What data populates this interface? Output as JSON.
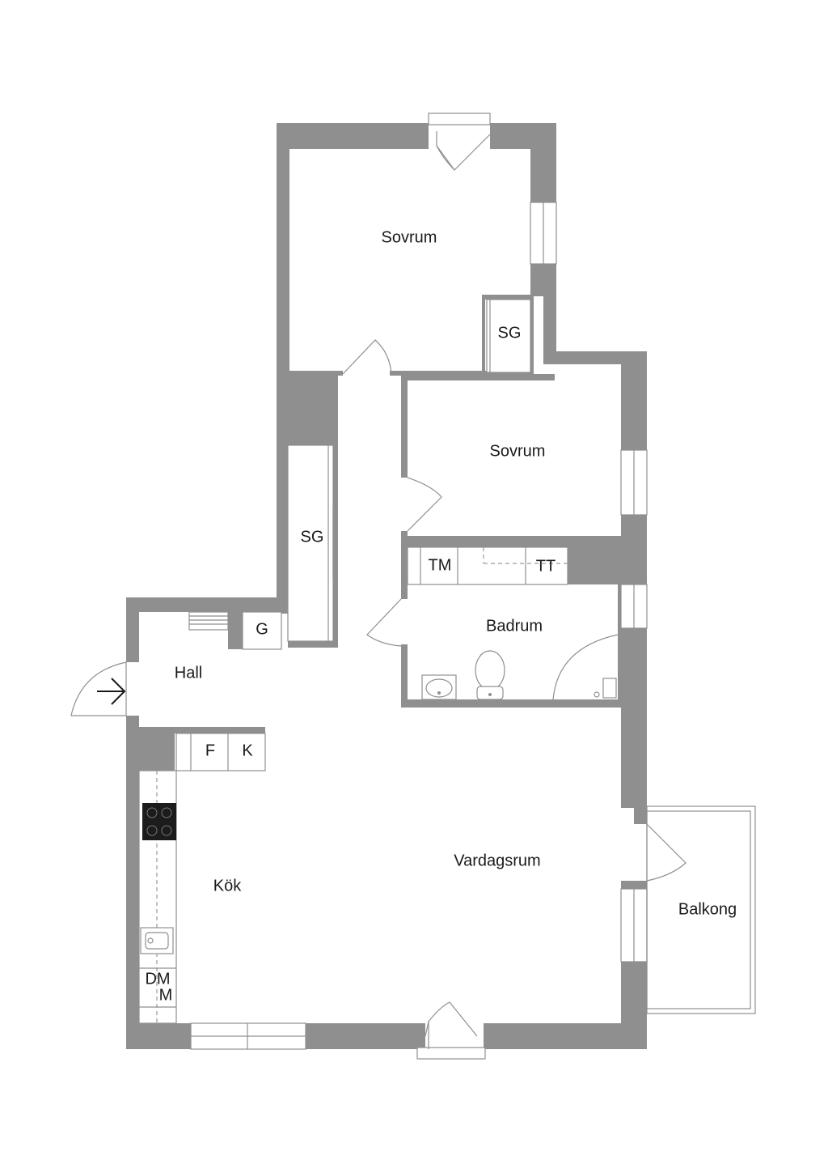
{
  "rooms": {
    "sovrum_top": "Sovrum",
    "sg_top": "SG",
    "sovrum_mid": "Sovrum",
    "sg_hall": "SG",
    "tm": "TM",
    "tt": "TT",
    "badrum": "Badrum",
    "g": "G",
    "hall": "Hall",
    "f": "F",
    "k": "K",
    "kok": "Kök",
    "vardagsrum": "Vardagsrum",
    "balkong": "Balkong",
    "dm": "DM",
    "m": "M"
  },
  "colors": {
    "wall": "#8f8f8f",
    "background": "#ffffff",
    "text": "#1a1a1a",
    "stove": "#1c1c1c"
  }
}
